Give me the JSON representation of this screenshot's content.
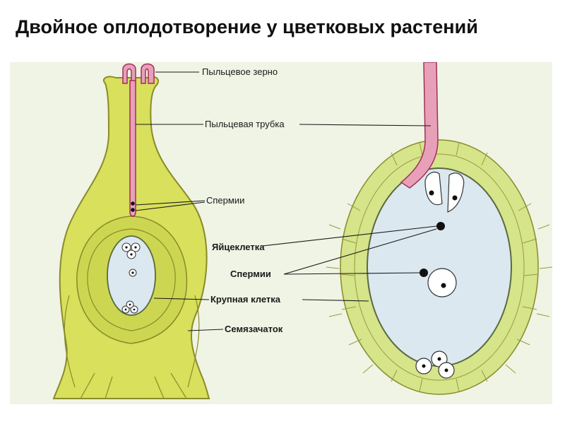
{
  "slide": {
    "title": "Двойное оплодотворение у цветковых растений"
  },
  "colors": {
    "background": "#eff4e4",
    "pistil": "#d8e05c",
    "pistil_outline": "#8a8a2a",
    "pollen_tube": "#e8a0b8",
    "pollen_tube_outline": "#a0305a",
    "embryo_sac": "#dbe8f0",
    "cell_wall": "#d6e48a",
    "ink": "#1a1a1a"
  },
  "labels": {
    "pollen_grain": "Пыльцевое зерно",
    "pollen_tube": "Пыльцевая трубка",
    "sperm_left": "Спермии",
    "egg_cell": "Яйцеклетка",
    "sperm_right": "Спермии",
    "central_cell": "Крупная клетка",
    "ovule": "Семязачаток"
  }
}
